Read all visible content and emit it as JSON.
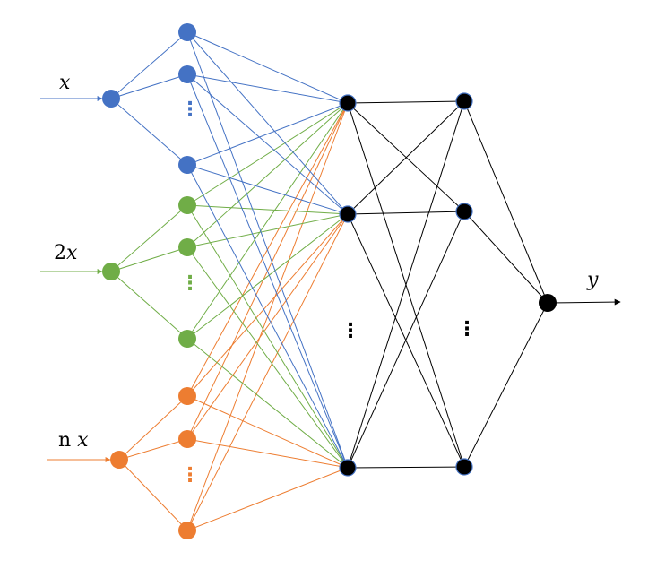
{
  "labels": {
    "in1_pre": "",
    "in1_var": "x",
    "in2_pre": "2",
    "in2_var": "x",
    "in3_pre": "n ",
    "in3_var": "x",
    "output_var": "y"
  },
  "colors": {
    "group1": "#4472c4",
    "group2": "#70ad47",
    "group3": "#ed7d31",
    "black": "#000000"
  },
  "ellipsis": "⋮"
}
